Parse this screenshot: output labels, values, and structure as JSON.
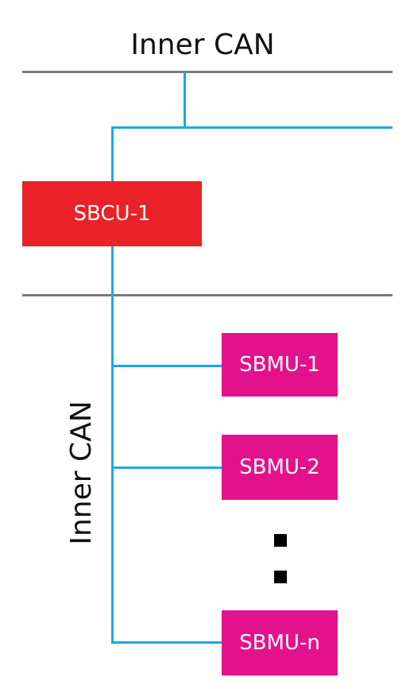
{
  "top_bus_label": "Inner CAN",
  "lower_bus_label": "Inner CAN",
  "colors": {
    "can_line": "#1aa9e0",
    "divider": "#7a7a7a",
    "sbcu": "#ea2127",
    "sbmu": "#e3128c"
  },
  "sbcu": {
    "label": "SBCU-1"
  },
  "sbmu": [
    {
      "label": "SBMU-1"
    },
    {
      "label": "SBMU-2"
    },
    {
      "label": "SBMU-n"
    }
  ]
}
